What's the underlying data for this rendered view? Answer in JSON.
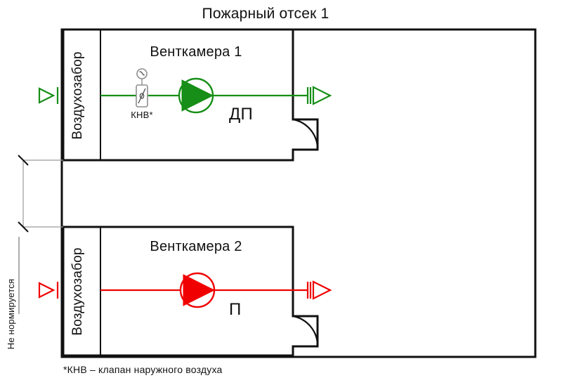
{
  "diagram": {
    "title": "Пожарный отсек 1",
    "footnote": "*КНВ – клапан наружного воздуха",
    "colors": {
      "smoke_exhaust": "#178e17",
      "supply": "#f00000",
      "wall": "#111111",
      "dimension": "#9a9a9a",
      "valve": "#8d8d8d",
      "background": "#ffffff"
    }
  },
  "dimension": {
    "label": "Не нормируется"
  },
  "chambers": [
    {
      "id": "chamber-1",
      "room_label": "Венткамера 1",
      "shaft_label": "Воздухозабор",
      "system_label": "ДП",
      "valve_label": "КНВ*",
      "color": "#178e17",
      "inlet_arrow": "open-triangle-right",
      "outlet_arrow": "open-triangle-right",
      "fan": "centrifugal-fan",
      "has_valve": true
    },
    {
      "id": "chamber-2",
      "room_label": "Венткамера 2",
      "shaft_label": "Воздухозабор",
      "system_label": "П",
      "valve_label": "",
      "color": "#f00000",
      "inlet_arrow": "open-triangle-right",
      "outlet_arrow": "open-triangle-right",
      "fan": "centrifugal-fan",
      "has_valve": false
    }
  ]
}
